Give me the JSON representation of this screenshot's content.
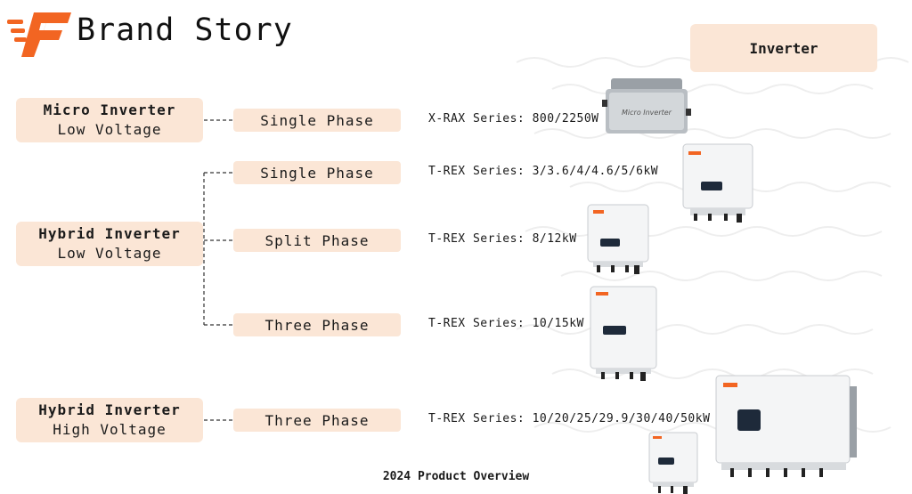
{
  "header": {
    "title": "Brand Story",
    "tag": "Inverter"
  },
  "categories": [
    {
      "line1": "Micro Inverter",
      "line2": "Low Voltage"
    },
    {
      "line1": "Hybrid Inverter",
      "line2": "Low Voltage"
    },
    {
      "line1": "Hybrid Inverter",
      "line2": "High Voltage"
    }
  ],
  "phases": [
    "Single Phase",
    "Single Phase",
    "Split Phase",
    "Three Phase",
    "Three Phase"
  ],
  "series": [
    "X-RAX Series: 800/2250W",
    "T-REX Series: 3/3.6/4/4.6/5/6kW",
    "T-REX Series: 8/12kW",
    "T-REX Series: 10/15kW",
    "T-REX Series: 10/20/25/29.9/30/40/50kW"
  ],
  "devices": {
    "micro_label": "Micro Inverter"
  },
  "footer": "2024 Product Overview",
  "colors": {
    "accent": "#f26522",
    "tag_bg": "#fbe6d6"
  }
}
